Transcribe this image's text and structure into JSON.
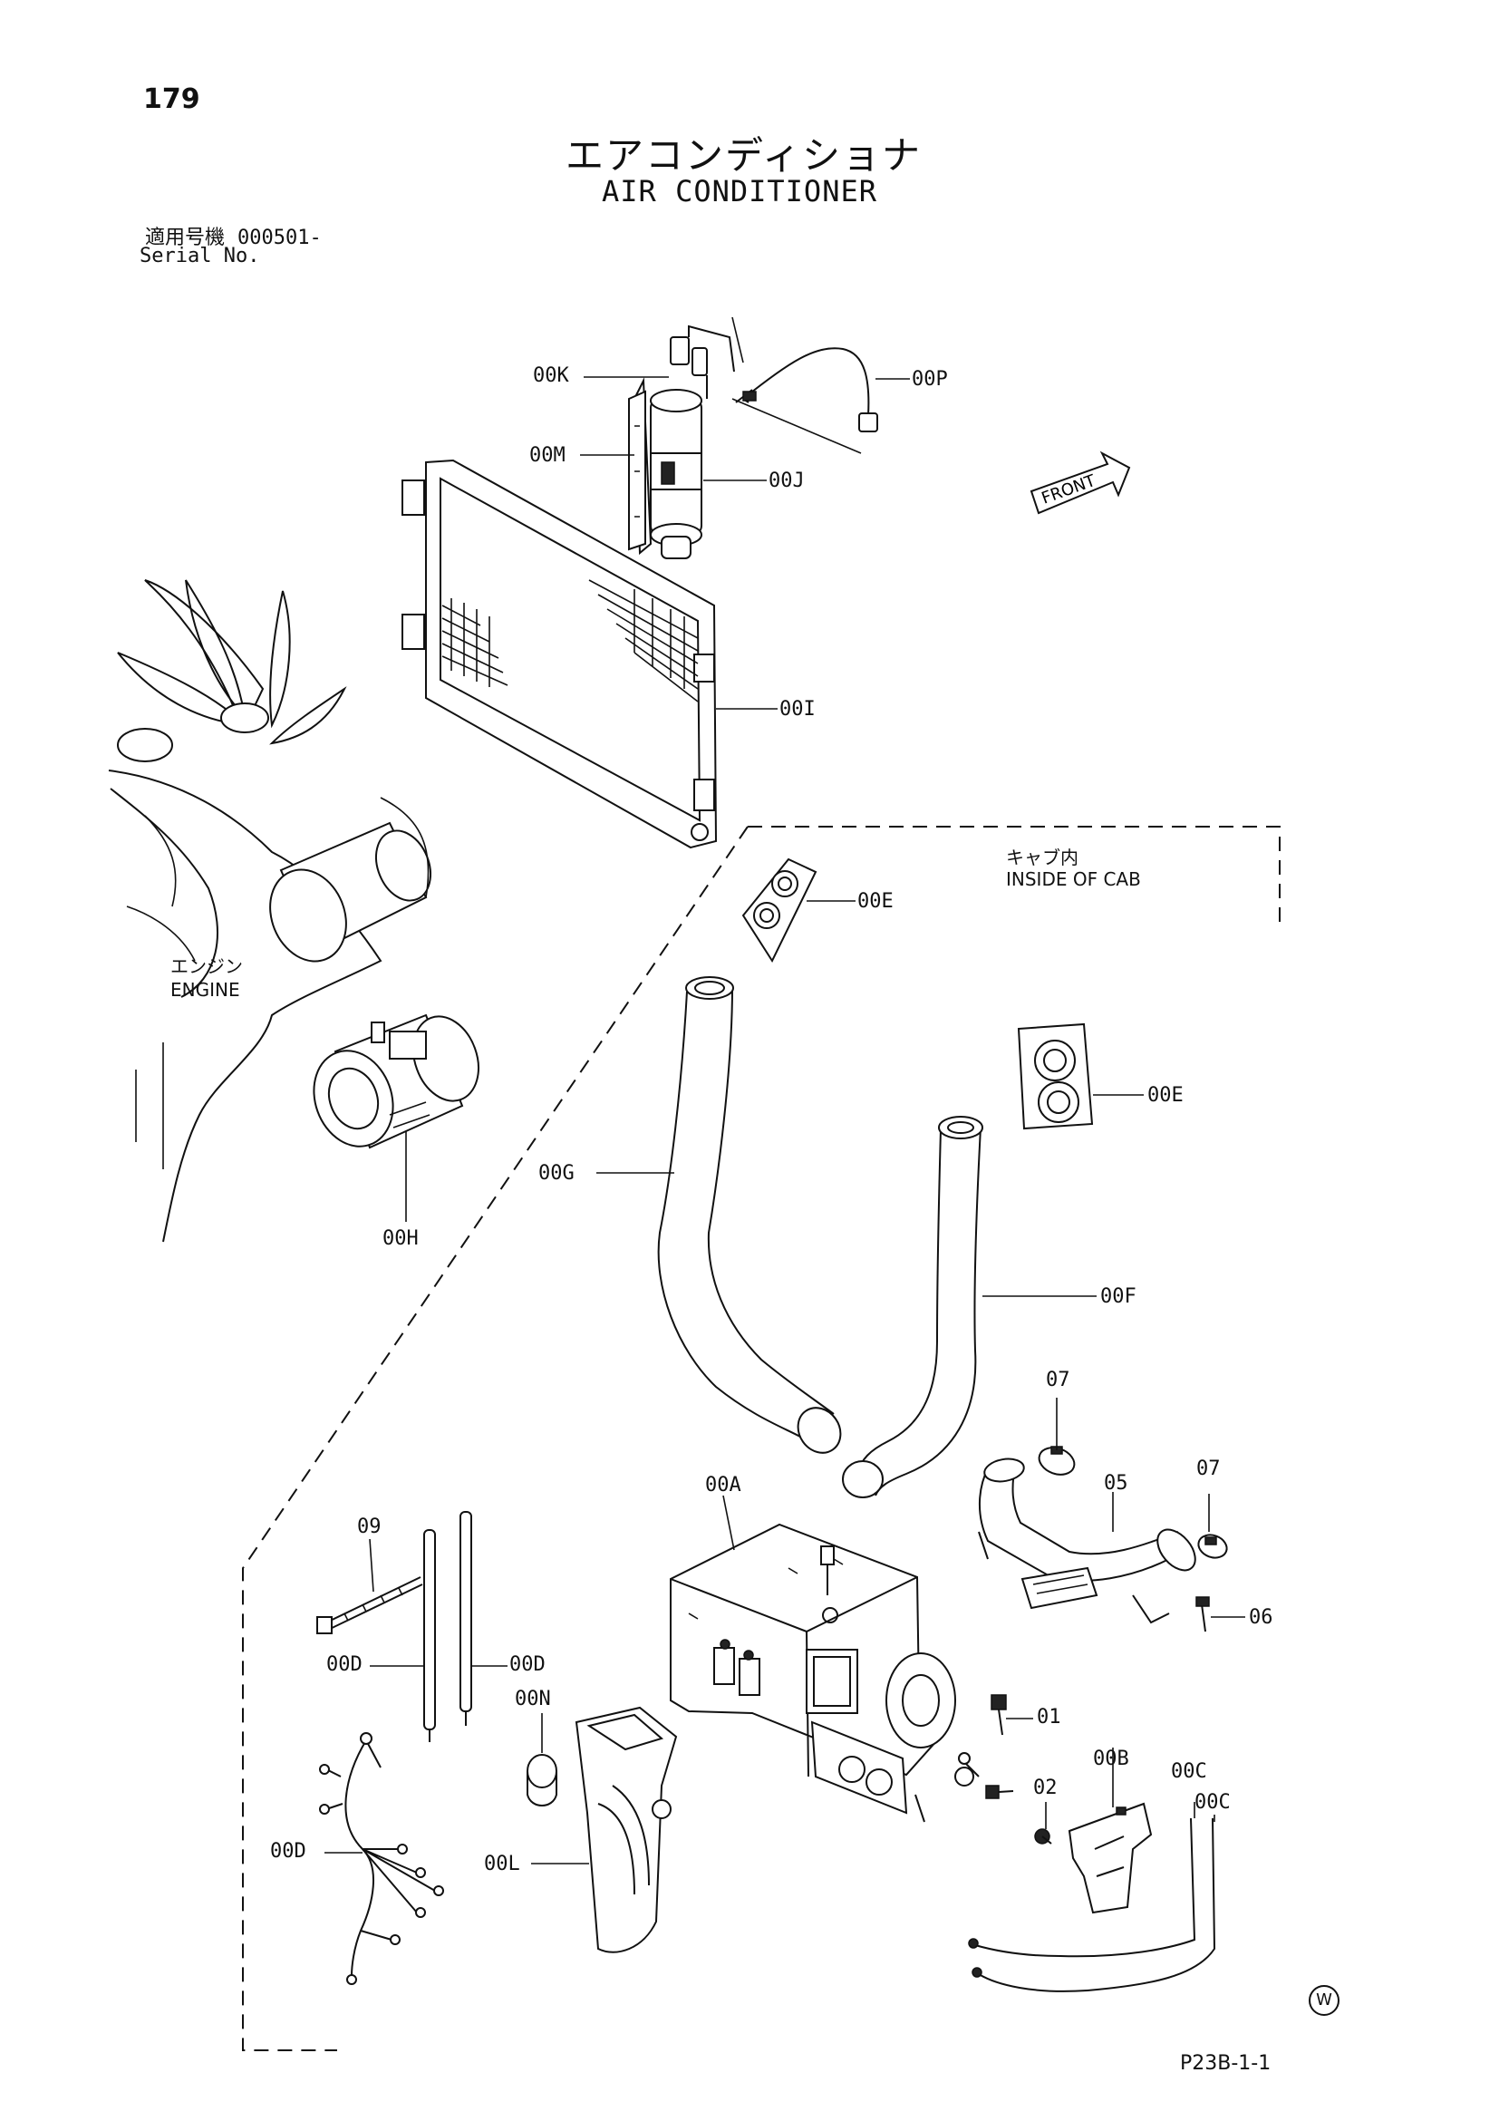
{
  "header": {
    "page_number": "179",
    "title_jp": "エアコンディショナ",
    "title_en": "AIR CONDITIONER",
    "serial_label_jp": "適用号機",
    "serial_value": "000501-",
    "serial_label_en": "Serial No."
  },
  "regions": {
    "cab_jp": "キャブ内",
    "cab_en": "INSIDE OF CAB",
    "engine_jp": "エンジン",
    "engine_en": "ENGINE",
    "front_arrow": "FRONT"
  },
  "callouts": {
    "k": "00K",
    "p": "00P",
    "m": "00M",
    "j": "00J",
    "i": "00I",
    "e1": "00E",
    "e2": "00E",
    "g": "00G",
    "h": "00H",
    "f": "00F",
    "n07a": "07",
    "n05": "05",
    "n07b": "07",
    "a": "00A",
    "n09": "09",
    "n06": "06",
    "d1": "00D",
    "d2": "00D",
    "n": "00N",
    "n01": "01",
    "b": "00B",
    "c1": "00C",
    "c2": "00C",
    "n02": "02",
    "d3": "00D",
    "l": "00L"
  },
  "footer": {
    "mark": "W",
    "ref_code": "P23B-1-1"
  }
}
